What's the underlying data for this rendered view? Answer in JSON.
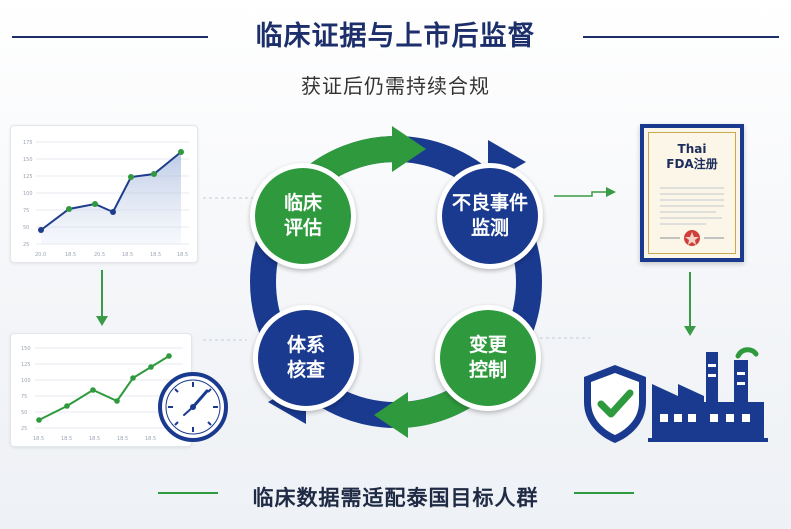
{
  "header": {
    "title": "临床证据与上市后监督",
    "subtitle": "获证后仍需持续合规"
  },
  "cycle": {
    "nodes": [
      {
        "id": "clinical-eval",
        "label_1": "临床",
        "label_2": "评估"
      },
      {
        "id": "adverse-events",
        "label_1": "不良事件",
        "label_2": "监测"
      },
      {
        "id": "change-control",
        "label_1": "变更",
        "label_2": "控制"
      },
      {
        "id": "system-audit",
        "label_1": "体系",
        "label_2": "核查"
      }
    ]
  },
  "certificate": {
    "line_1": "Thai",
    "line_2": "FDA注册"
  },
  "footer": {
    "text": "临床数据需适配泰国目标人群"
  },
  "colors": {
    "navy": "#1a3a8f",
    "green": "#2f9a3d",
    "title": "#1c2f6b"
  },
  "icons": [
    "shield-check-icon",
    "factory-icon",
    "stopwatch-icon",
    "certificate-icon"
  ]
}
